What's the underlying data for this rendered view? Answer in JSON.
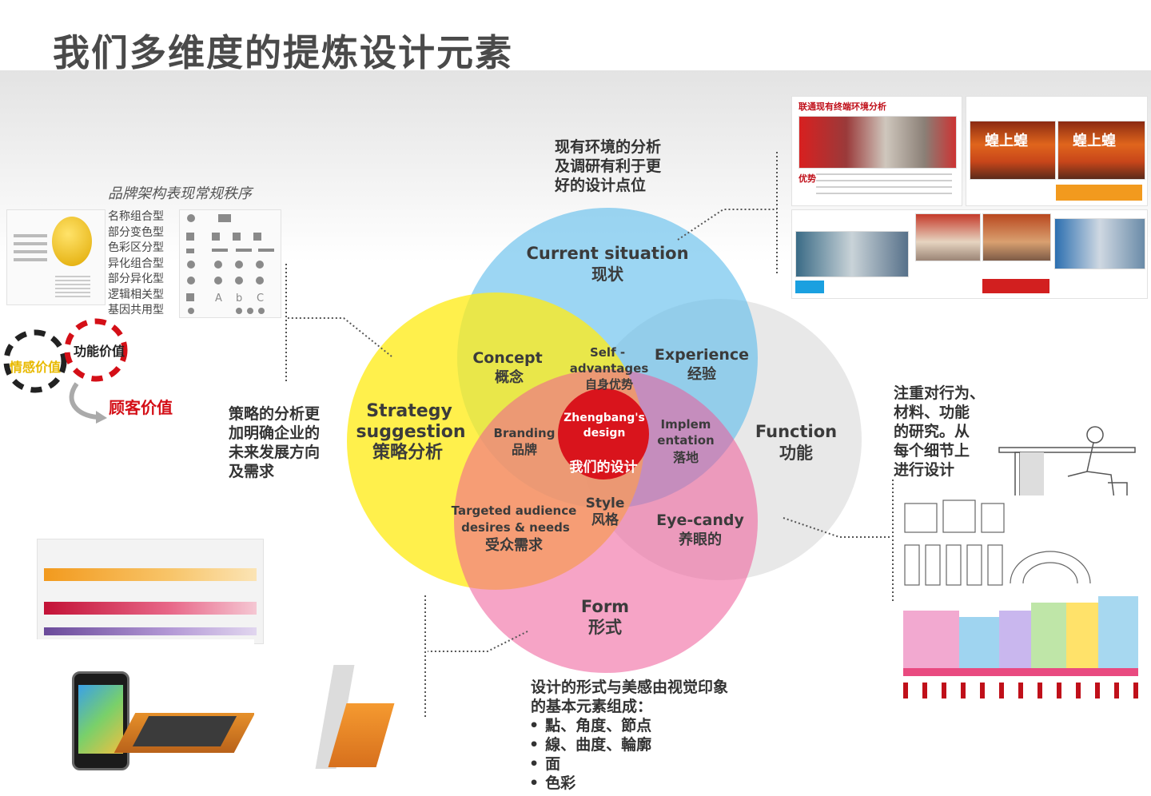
{
  "title": "我们多维度的提炼设计元素",
  "notes": {
    "current_env": [
      "现有环境的分析",
      "及调研有利于更",
      "好的设计点位"
    ],
    "strategy": [
      "策略的分析更",
      "加明确企业的",
      "未来发展方向",
      "及需求"
    ],
    "function": [
      "注重对行为、",
      "材料、功能",
      "的研究。从",
      "每个细节上",
      "进行设计"
    ],
    "form_intro": [
      "设计的形式与美感由视觉印象",
      "的基本元素组成："
    ],
    "form_items": [
      "點、角度、節点",
      "線、曲度、輪廓",
      "面",
      "色彩"
    ]
  },
  "brand": {
    "heading": "品牌架构表现常规秩序",
    "types": [
      "名称组合型",
      "部分变色型",
      "色彩区分型",
      "异化组合型",
      "部分异化型",
      "逻辑相关型",
      "基因共用型"
    ]
  },
  "values": {
    "emotional": "情感价值",
    "functional": "功能价值",
    "customer": "顾客价值"
  },
  "venn": {
    "current": [
      "Current situation",
      "现状"
    ],
    "strategy": [
      "Strategy",
      "suggestion",
      "策略分析"
    ],
    "function": [
      "Function",
      "功能"
    ],
    "form": [
      "Form",
      "形式"
    ],
    "concept": [
      "Concept",
      "概念"
    ],
    "experience": [
      "Experience",
      "经验"
    ],
    "self": [
      "Self -",
      "advantages",
      "自身优势"
    ],
    "branding": [
      "Branding",
      "品牌"
    ],
    "implementation": [
      "Implem",
      "entation",
      "落地"
    ],
    "targeted": [
      "Targeted audience",
      "desires & needs",
      "受众需求"
    ],
    "style": [
      "Style",
      "风格"
    ],
    "eyecandy": [
      "Eye-candy",
      "养眼的"
    ],
    "center": [
      "Zhengbang's",
      "design",
      "我们的设计"
    ]
  },
  "photos": {
    "store_title": "联通现有终端环境分析",
    "store_sign": "蝗上蝗",
    "store_label": "优势"
  },
  "colors": {
    "blue": "#62c0ec",
    "yellow": "#ffee1a",
    "gray": "#d9d9d9",
    "pink": "#ee5a98",
    "red": "#d9141c"
  }
}
